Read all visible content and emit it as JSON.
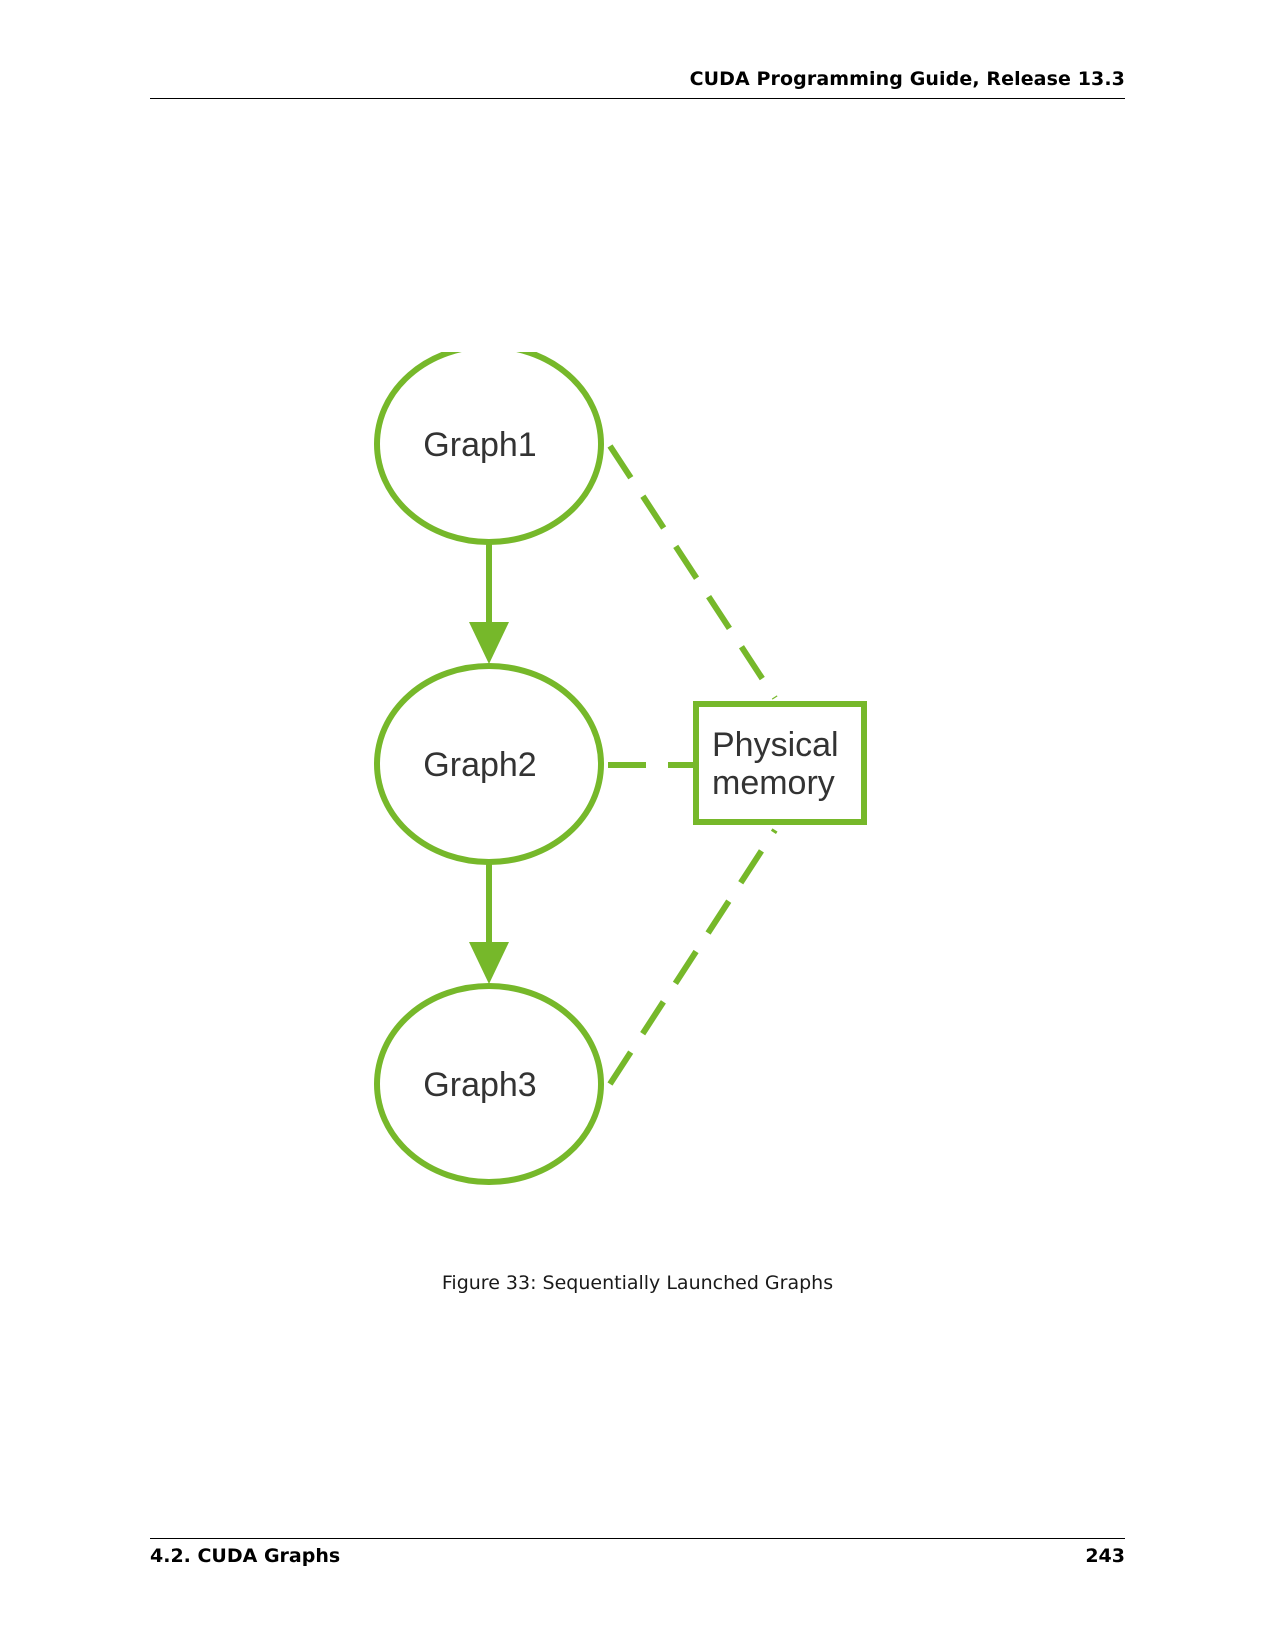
{
  "header": {
    "title": "CUDA Programming Guide, Release 13.3"
  },
  "figure": {
    "nodes": [
      {
        "id": "graph1",
        "label": "Graph1"
      },
      {
        "id": "graph2",
        "label": "Graph2"
      },
      {
        "id": "graph3",
        "label": "Graph3"
      }
    ],
    "memory_box": {
      "line1": "Physical",
      "line2": "memory"
    },
    "edges": [
      {
        "from": "Graph1",
        "to": "Graph2",
        "style": "solid-arrow"
      },
      {
        "from": "Graph2",
        "to": "Graph3",
        "style": "solid-arrow"
      },
      {
        "from": "Graph1",
        "to": "Physical memory",
        "style": "dashed"
      },
      {
        "from": "Graph2",
        "to": "Physical memory",
        "style": "dashed"
      },
      {
        "from": "Graph3",
        "to": "Physical memory",
        "style": "dashed"
      }
    ],
    "caption": "Figure 33: Sequentially Launched Graphs",
    "accent_color": "#76b82a"
  },
  "footer": {
    "section": "4.2.  CUDA Graphs",
    "page": "243"
  }
}
